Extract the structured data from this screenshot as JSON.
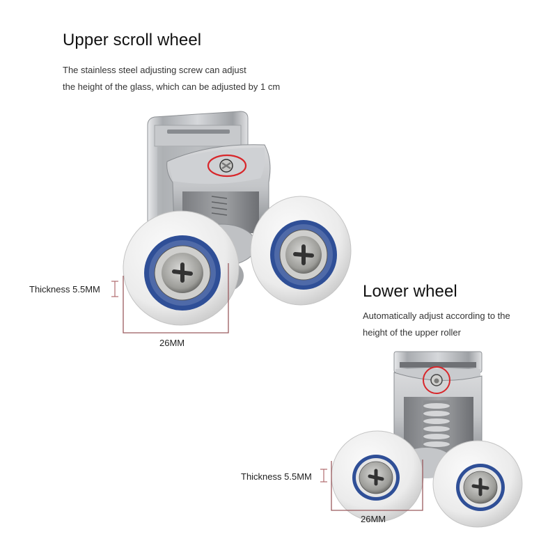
{
  "upper": {
    "title": "Upper scroll wheel",
    "description_lines": [
      "The stainless steel adjusting screw can adjust",
      "the height of the glass, which can be adjusted by 1 cm"
    ],
    "thickness_label": "Thickness 5.5MM",
    "diameter_label": "26MM"
  },
  "lower": {
    "title": "Lower wheel",
    "description_lines": [
      "Automatically adjust according to the",
      "height of the upper roller"
    ],
    "thickness_label": "Thickness 5.5MM",
    "diameter_label": "26MM"
  },
  "colors": {
    "background": "#ffffff",
    "dimension_line": "#9a5a5e",
    "highlight_circle": "#d8262a",
    "bearing_blue": "#2f4f97",
    "wheel_white": "#ececec",
    "chrome": "#b9bcc0"
  }
}
